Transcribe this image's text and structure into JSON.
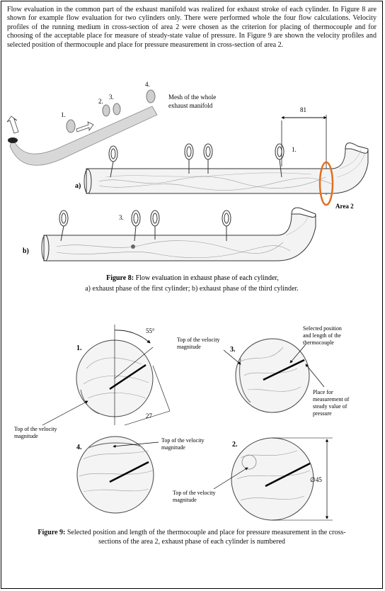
{
  "intro_text": "Flow evaluation in the common part of the exhaust manifold was realized for exhaust stroke of each cylinder. In Figure 8 are shown for example flow evaluation for two cylinders only. There were performed whole the four flow calculations. Velocity profiles of the running medium in cross-section of area 2 were chosen as the criterion for placing of thermocouple and for choosing of the acceptable place for measure of steady-state value of pressure. In Figure 9 are shown the velocity profiles and selected position of thermocouple and place for pressure measurement in cross-section of area 2.",
  "figure8": {
    "mesh_label_line1": "Mesh of the whole",
    "mesh_label_line2": "exhaust manifold",
    "dimension": "81",
    "cyl1": "1.",
    "cyl2": "2.",
    "cyl3": "3.",
    "cyl4": "4.",
    "label_a": "a)",
    "label_b": "b)",
    "label_1_a": "1.",
    "label_3_b": "3.",
    "area_label": "Area 2",
    "caption_label": "Figure 8:",
    "caption_line1": " Flow evaluation in exhaust phase of each cylinder,",
    "caption_line2": "a) exhaust phase of the first cylinder; b) exhaust phase of the third cylinder."
  },
  "figure9": {
    "c1_num": "1.",
    "c3_num": "3.",
    "c4_num": "4.",
    "c2_num": "2.",
    "angle": "55°",
    "dim27": "27",
    "dim45": "∅45",
    "top1_line1": "Top of the velocity",
    "top1_line2": "magnitude",
    "top3_line1": "Top of the velocity",
    "top3_line2": "magnitude",
    "top4_line1": "Top of the velocity",
    "top4_line2": "magnitude",
    "top2_line1": "Top of the velocity",
    "top2_line2": "magnitude",
    "sel_line1": "Selected position",
    "sel_line2": "and length of the",
    "sel_line3": "thermocouple",
    "place_line1": "Place for",
    "place_line2": "measurement of",
    "place_line3": "steady value of",
    "place_line4": "pressure",
    "caption_label": "Figure 9:",
    "caption_line1": " Selected position and length of the thermocouple and place for pressure measurement in the cross-",
    "caption_line2": "sections of the area 2, exhaust phase of each cylinder is numbered"
  }
}
